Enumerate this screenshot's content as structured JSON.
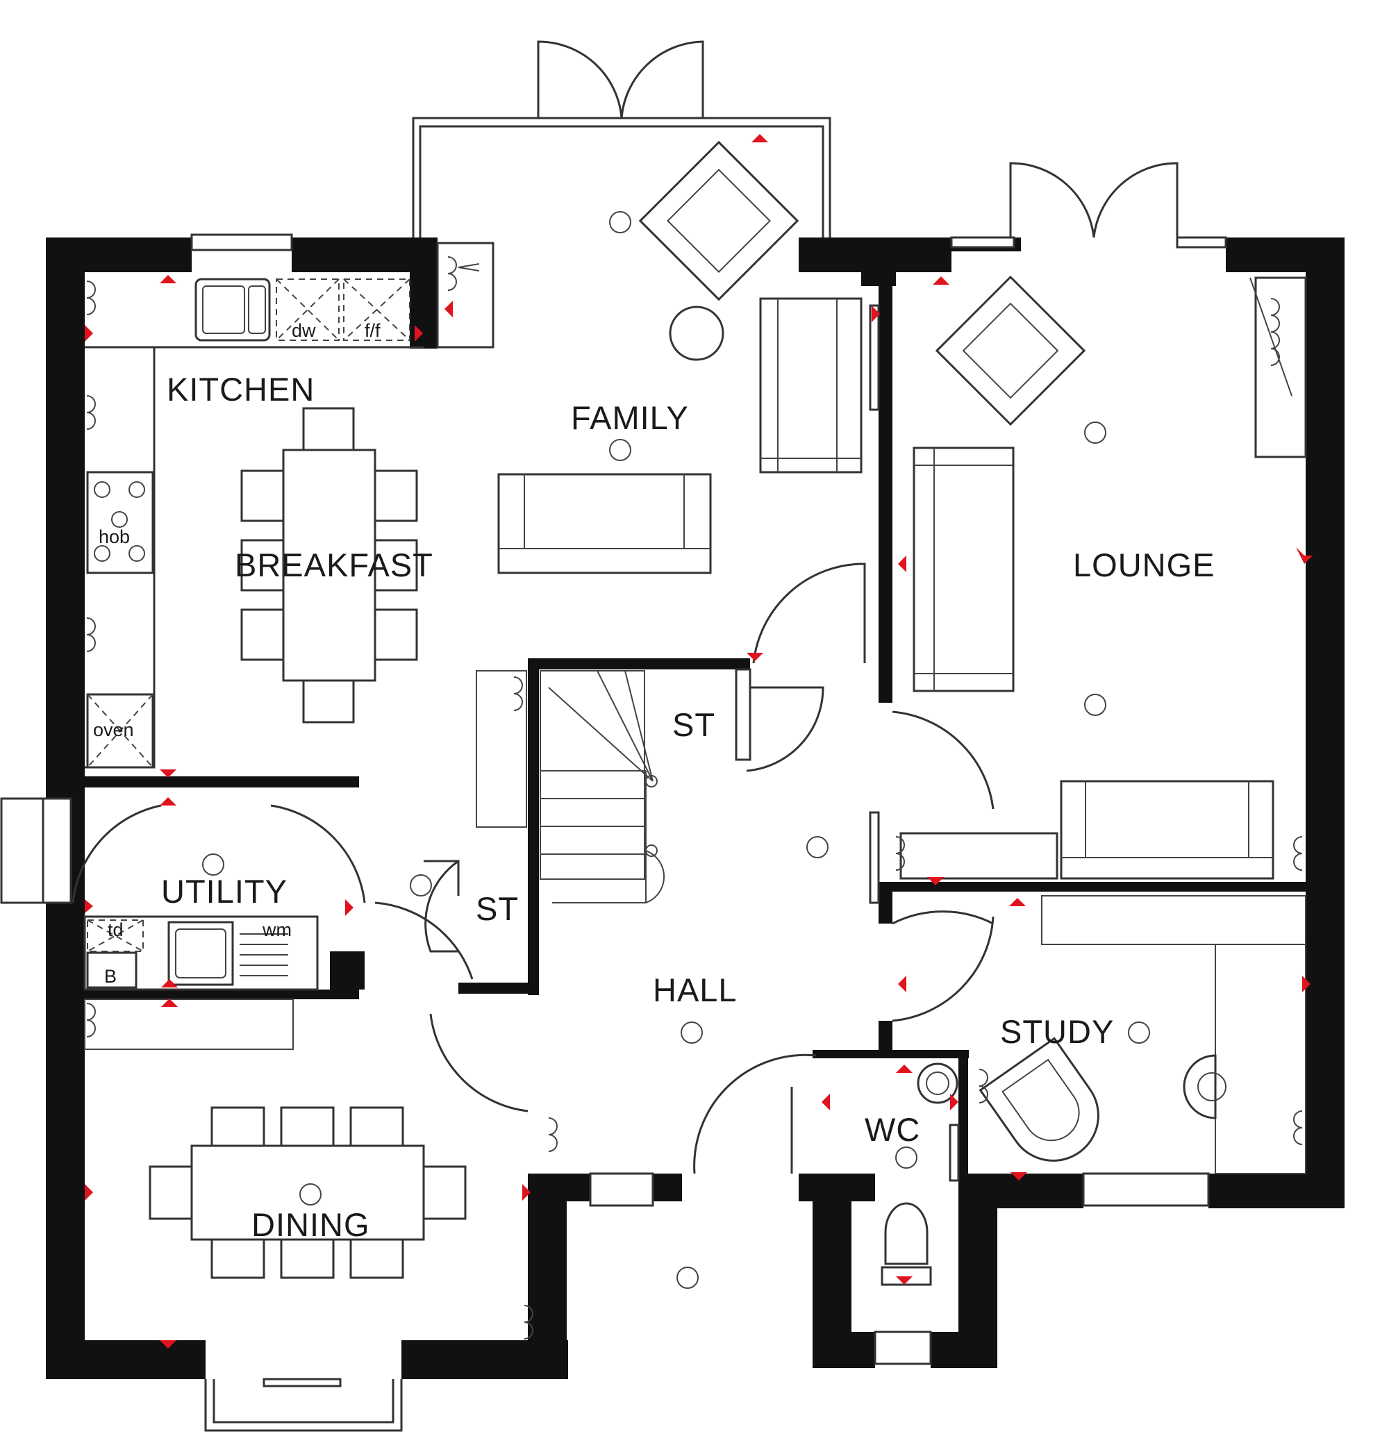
{
  "colors": {
    "wall": "#111111",
    "line": "#333333",
    "marker": "#e0141e",
    "background": "#ffffff"
  },
  "rooms": {
    "kitchen": "KITCHEN",
    "breakfast": "BREAKFAST",
    "family": "FAMILY",
    "lounge": "LOUNGE",
    "utility": "UTILITY",
    "dining": "DINING",
    "hall": "HALL",
    "study": "STUDY",
    "wc": "WC",
    "store_upper": "ST",
    "store_lower": "ST"
  },
  "fixtures": {
    "dishwasher": "dw",
    "fridge_freezer": "f/f",
    "hob": "hob",
    "oven": "oven",
    "tumble_dryer": "td",
    "washing_machine": "wm",
    "boiler": "B"
  }
}
